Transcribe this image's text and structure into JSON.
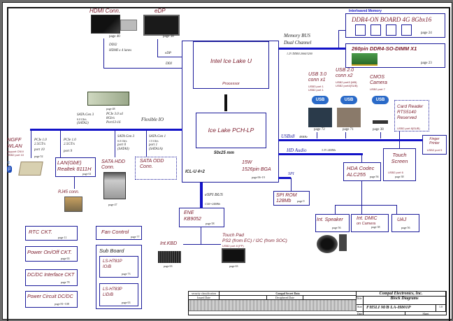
{
  "title_block": {
    "security_label": "security classification",
    "secret": "Compal Secret Data",
    "issued_label": "Issued Date",
    "decipher_label": "Deciphered Date",
    "company": "Compal Electronics, Inc.",
    "doc_title": "Block Diagrams",
    "title_label": "Title",
    "model": "FH5LI M/B LA-H801P",
    "size_label": "Size",
    "rev": "1.0",
    "date_label": "Date",
    "sheet_label": "Sheet"
  },
  "display": {
    "hdmi_title": "HDMI Conn.",
    "hdmi_page": "page 40",
    "hdmi_note1": "DDI2",
    "hdmi_note2": "HDMI x 4 lanes",
    "edp_title": "eDP",
    "edp_page": "page 38",
    "edp_bus": "eDP",
    "ddi_bus": "DDI"
  },
  "memory": {
    "section_label": "Interleaved Memory",
    "onboard_title": "DDR4-ON BOARD 4G 8Gbx16",
    "onboard_page": "page 24",
    "sodimm_title": "260pin DDR4-SO-DIMM X1",
    "sodimm_page": "page 23",
    "bus_label1": "Memory BUS",
    "bus_label2": "Dual Channel",
    "bus_spec": "1.2V DDR4 2666/3200"
  },
  "cpu": {
    "processor_title": "Intel Ice Lake U",
    "processor_sub": "Processor",
    "pch_title": "Ice Lake PCH-LP",
    "size": "50x25 mm",
    "power": "15W",
    "package": "1526pin BGA",
    "page": "page 06~19",
    "variant": "ICL-U 4+2"
  },
  "usb": {
    "usb3_title1": "USB 3.0",
    "usb3_title2": "conn  x1",
    "usb3_port1": "USB3 port 1",
    "usb3_port2": "USB2 port 1",
    "usb3_page": "page 72",
    "usb2_title1": "USB 2.0",
    "usb2_title2": "conn  x2",
    "usb2_port1": "USB2 port3 (MB)",
    "usb2_port2": "USB2 port4(SUB)",
    "usb2_page": "page 71",
    "cam_title1": "CMOS",
    "cam_title2": "Camera",
    "cam_port": "USB2 port 7",
    "cam_page": "page 38",
    "card_title1": "Card Reader",
    "card_title2": "RTS5140",
    "card_title3": "Reserved",
    "card_port": "USB2 port 8(SUB)",
    "bus_label": "USBx8",
    "bus_speed": "48MHz",
    "finger_title1": "Finger",
    "finger_title2": "Printer",
    "finger_port": "USB2 port 5",
    "touch_title1": "Touch",
    "touch_title2": "Screen",
    "touch_port": "USB2 port 6",
    "touch_page": "page 38"
  },
  "audio": {
    "bus_label": "HD Audio",
    "bus_spec": "3.3V 24MHz",
    "codec_title1": "HDA Codec",
    "codec_title2": "ALC255",
    "codec_page": "page 56",
    "speaker_title": "Int. Speaker",
    "speaker_page": "page 56",
    "dmic_title1": "Int. DMIC",
    "dmic_title2": "on Camera",
    "dmic_page": "page 38",
    "uaj_title": "UAJ",
    "uaj_page": "page 56"
  },
  "spi": {
    "bus_label": "SPI",
    "rom_title1": "SPI ROM",
    "rom_title2": "128Mb",
    "rom_page": "page 9"
  },
  "ec": {
    "espi_label": "eSPI BUS",
    "espi_clk": "CLK=24MHz",
    "title1": "ENE",
    "title2": "KB9052",
    "page": "page 58",
    "kbd_title": "Int.KBD",
    "kbd_page": "page 63",
    "tp_title1": "Touch Pad",
    "tp_title2": "PS2 (from EC) / I2C (from SOC)",
    "tp_port": "USB2 port 8 (FP)",
    "tp_page": "page 63"
  },
  "storage": {
    "ssd_page": "page 48",
    "ssd_sata1": "SATA Gen 3",
    "ssd_sata2": "6.0 Gb/s",
    "ssd_sata3": "(SATA2)",
    "ssd_pcie1": "PCIe 3.0 x4",
    "ssd_pcie2": "8Gb/s",
    "ssd_pcie3": "Port13-16",
    "flexible_io": "Flexible IO",
    "hdd_sata1": "SATA Gen 3",
    "hdd_sata2": "6.0 Gb/s",
    "hdd_sata3": "port 0",
    "hdd_sata4": "(SATA0)",
    "odd_sata1": "SATA Gen 1",
    "odd_sata2": "1.5 Gb/s",
    "odd_sata3": "port 1",
    "odd_sata4": "(SATA1A)",
    "hdd_title1": "SATA HDD",
    "hdd_title2": "Conn.",
    "hdd_page": "page 47",
    "odd_title1": "SATA ODD",
    "odd_title2": "Conn."
  },
  "network": {
    "wlan_title1": "NGFF",
    "wlan_title2": "WLAN",
    "wlan_note1": "support CNVi",
    "wlan_note2": "USB2 port 10",
    "wlan_pcie1": "PCIe 1.0",
    "wlan_pcie2": "2.5GT/s",
    "wlan_port": "port 10",
    "wlan_page": "page 52",
    "lan_pcie1": "PCIe 1.0",
    "lan_pcie2": "2.5GT/s",
    "lan_port": "port 9",
    "lan_title1": "LAN(GbE)",
    "lan_title2": "Realtek 8111H",
    "lan_page": "page 61",
    "rj45_title": "RJ45 conn."
  },
  "power": {
    "rtc": "RTC CKT.",
    "rtc_page": "page 11",
    "onoff": "Power On/Off CKT.",
    "onoff_page": "page 63",
    "dcdc": "DC/DC Interface CKT",
    "dcdc_page": "page 78",
    "circuit": "Power Circuit DC/DC",
    "circuit_page": "page 81~108",
    "fan": "Fan Control",
    "fan_page": "page 77",
    "sub_title": "Sub Board",
    "io_title1": "LS-H781P",
    "io_title2": "IO/B",
    "io_page": "page 73",
    "lid_title1": "LS-H783P",
    "lid_title2": "LID/B",
    "lid_page": "page 63"
  }
}
